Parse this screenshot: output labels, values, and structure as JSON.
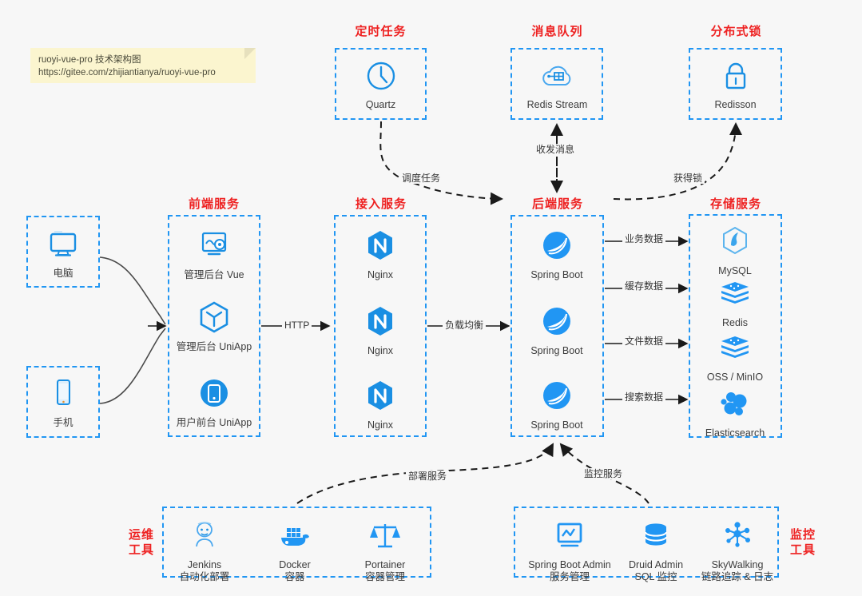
{
  "note": {
    "line1": "ruoyi-vue-pro 技术架构图",
    "line2": "https://gitee.com/zhijiantianya/ruoyi-vue-pro"
  },
  "sections": {
    "scheduled_tasks": "定时任务",
    "message_queue": "消息队列",
    "distributed_lock": "分布式锁",
    "frontend_service": "前端服务",
    "access_service": "接入服务",
    "backend_service": "后端服务",
    "storage_service": "存储服务",
    "ops_tools_line1": "运维",
    "ops_tools_line2": "工具",
    "monitor_tools_line1": "监控",
    "monitor_tools_line2": "工具"
  },
  "nodes": {
    "quartz": {
      "label": "Quartz",
      "icon": "clock-icon"
    },
    "redis_stream": {
      "label": "Redis Stream",
      "icon": "cloud-queue-icon"
    },
    "redisson": {
      "label": "Redisson",
      "icon": "lock-icon"
    },
    "pc": {
      "label": "电脑",
      "icon": "desktop-icon"
    },
    "phone": {
      "label": "手机",
      "icon": "mobile-icon"
    },
    "admin_vue": {
      "label": "管理后台 Vue",
      "icon": "dashboard-gear-icon"
    },
    "admin_uniapp": {
      "label": "管理后台 UniApp",
      "icon": "cube-icon"
    },
    "user_uniapp": {
      "label": "用户前台 UniApp",
      "icon": "app-circle-icon"
    },
    "nginx1": {
      "label": "Nginx",
      "icon": "nginx-icon"
    },
    "nginx2": {
      "label": "Nginx",
      "icon": "nginx-icon"
    },
    "nginx3": {
      "label": "Nginx",
      "icon": "nginx-icon"
    },
    "spring1": {
      "label": "Spring Boot",
      "icon": "spring-boot-icon"
    },
    "spring2": {
      "label": "Spring Boot",
      "icon": "spring-boot-icon"
    },
    "spring3": {
      "label": "Spring Boot",
      "icon": "spring-boot-icon"
    },
    "mysql": {
      "label": "MySQL",
      "icon": "mysql-icon"
    },
    "redis": {
      "label": "Redis",
      "icon": "redis-icon"
    },
    "oss": {
      "label": "OSS / MinIO",
      "icon": "oss-icon"
    },
    "elasticsearch": {
      "label": "Elasticsearch",
      "icon": "elasticsearch-icon"
    },
    "jenkins": {
      "label": "Jenkins",
      "sub": "自动化部署",
      "icon": "jenkins-icon"
    },
    "docker": {
      "label": "Docker",
      "sub": "容器",
      "icon": "docker-icon"
    },
    "portainer": {
      "label": "Portainer",
      "sub": "容器管理",
      "icon": "scales-icon"
    },
    "sba": {
      "label": "Spring Boot Admin",
      "sub": "服务管理",
      "icon": "monitor-chart-icon"
    },
    "druid": {
      "label": "Druid Admin",
      "sub": "SQL 监控",
      "icon": "database-icon"
    },
    "skywalking": {
      "label": "SkyWalking",
      "sub": "链路追踪 & 日志",
      "icon": "skywalking-icon"
    }
  },
  "edges": {
    "http": "HTTP",
    "load_balance": "负载均衡",
    "schedule_task": "调度任务",
    "send_receive_message": "收发消息",
    "acquire_lock": "获得锁",
    "business_data": "业务数据",
    "cache_data": "缓存数据",
    "file_data": "文件数据",
    "search_data": "搜索数据",
    "deploy_service": "部署服务",
    "monitor_service": "监控服务"
  },
  "colors": {
    "accent_blue": "#2196f3",
    "icon_blue": "#1a8fe3",
    "label_red": "#ee2222",
    "background": "#f7f7f7",
    "note_yellow": "#fbf5cf"
  }
}
